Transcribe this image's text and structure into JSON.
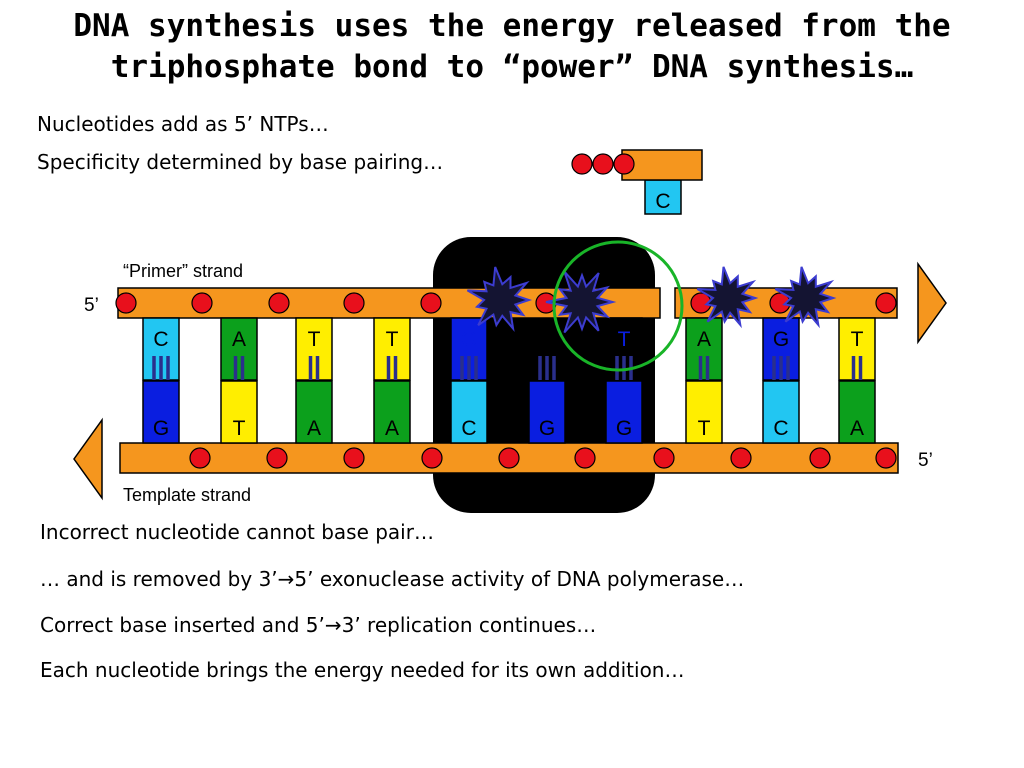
{
  "title": {
    "line1": "DNA synthesis uses the energy released from the",
    "line2": "triphosphate bond to “power” DNA synthesis…"
  },
  "notes": {
    "n1": "Nucleotides add as 5’ NTPs…",
    "n2": "Specificity determined by base pairing…",
    "n3": "Incorrect nucleotide cannot base pair…",
    "n4": "… and is removed by 3’→5’ exonuclease activity of DNA polymerase…",
    "n5": "Correct base inserted and 5’→3’ replication continues…",
    "n6": "Each nucleotide brings the energy needed for its own addition…"
  },
  "labels": {
    "primer_strand": "“Primer” strand",
    "template_strand": "Template strand",
    "five_prime_top": "5’",
    "five_prime_bottom": "5’"
  },
  "incoming_nucleotide": {
    "base": "C"
  },
  "top_bases": [
    "C",
    "A",
    "T",
    "T",
    "G",
    "",
    "T",
    "A",
    "G",
    "T"
  ],
  "bottom_bases": [
    "G",
    "T",
    "A",
    "A",
    "C",
    "G",
    "G",
    "T",
    "C",
    "A"
  ],
  "colors": {
    "backbone": "#f5961e",
    "phosphate": "#e8101c",
    "base_A": "#0ca01c",
    "base_T": "#ffee00",
    "base_G": "#0a1ee0",
    "base_C": "#22c6f2",
    "bond": "#2a2f8c",
    "polymerase": "#000000",
    "highlight_circle": "#19b428"
  }
}
